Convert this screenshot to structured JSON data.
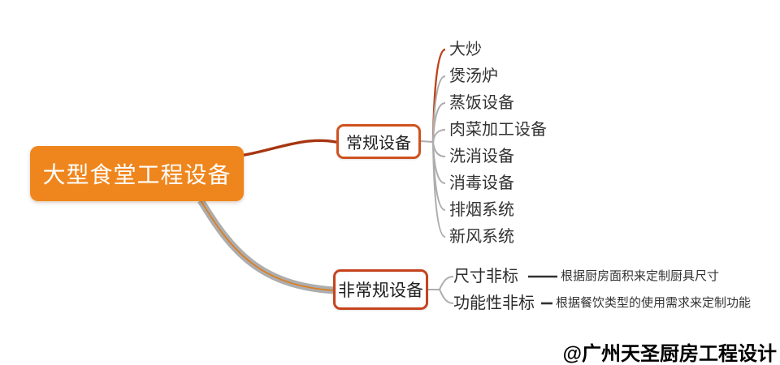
{
  "root": {
    "label": "大型食堂工程设备"
  },
  "branches": [
    {
      "label": "常规设备",
      "items": [
        "大炒",
        "煲汤炉",
        "蒸饭设备",
        "肉菜加工设备",
        "洗消设备",
        "消毒设备",
        "排烟系统",
        "新风系统"
      ]
    },
    {
      "label": "非常规设备",
      "children": [
        {
          "label": "尺寸非标",
          "desc": "根据厨房面积来定制厨具尺寸"
        },
        {
          "label": "功能性非标",
          "desc": "根据餐饮类型的使用需求来定制功能"
        }
      ]
    }
  ],
  "watermark": "@广州天圣厨房工程设计",
  "colors": {
    "root_fill": "#EF861D",
    "node_border": "#D0521F",
    "branch_primary_red": "#A63611",
    "branch_gray": "#ADADAD",
    "accent_thread": "#E07A15",
    "leaf_red_curve": "#BE4217",
    "text_dark": "#333333"
  }
}
